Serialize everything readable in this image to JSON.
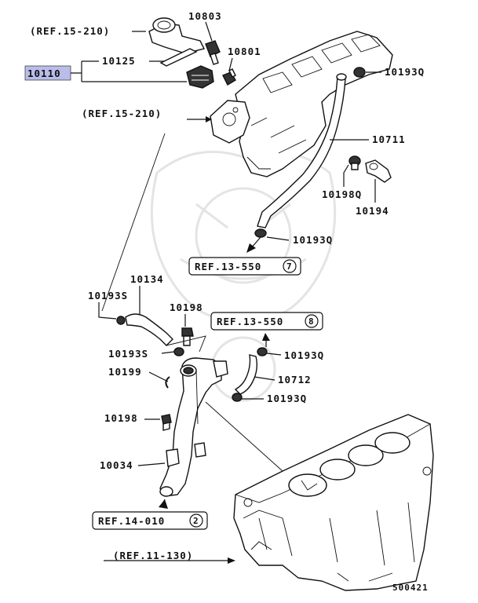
{
  "diagram": {
    "ref_top": "(REF.15-210)",
    "ref_mid": "(REF.15-210)",
    "ref_bottom": "(REF.11-130)",
    "ref_box_1": "REF.13-550",
    "ref_box_1_circle": "7",
    "ref_box_2": "REF.13-550",
    "ref_box_2_circle": "8",
    "ref_box_3": "REF.14-010",
    "ref_box_3_circle": "2",
    "highlight_part": "10110",
    "highlight_color": "#b9bde9",
    "parts": {
      "p10803": "10803",
      "p10125": "10125",
      "p10801": "10801",
      "p10193Q_a": "10193Q",
      "p10711": "10711",
      "p10198Q": "10198Q",
      "p10194": "10194",
      "p10193Q_b": "10193Q",
      "p10134": "10134",
      "p10193S_a": "10193S",
      "p10198_a": "10198",
      "p10193S_b": "10193S",
      "p10193Q_c": "10193Q",
      "p10199": "10199",
      "p10712": "10712",
      "p10193Q_d": "10193Q",
      "p10198_b": "10198",
      "p10034": "10034"
    },
    "diagram_number": "500421"
  }
}
